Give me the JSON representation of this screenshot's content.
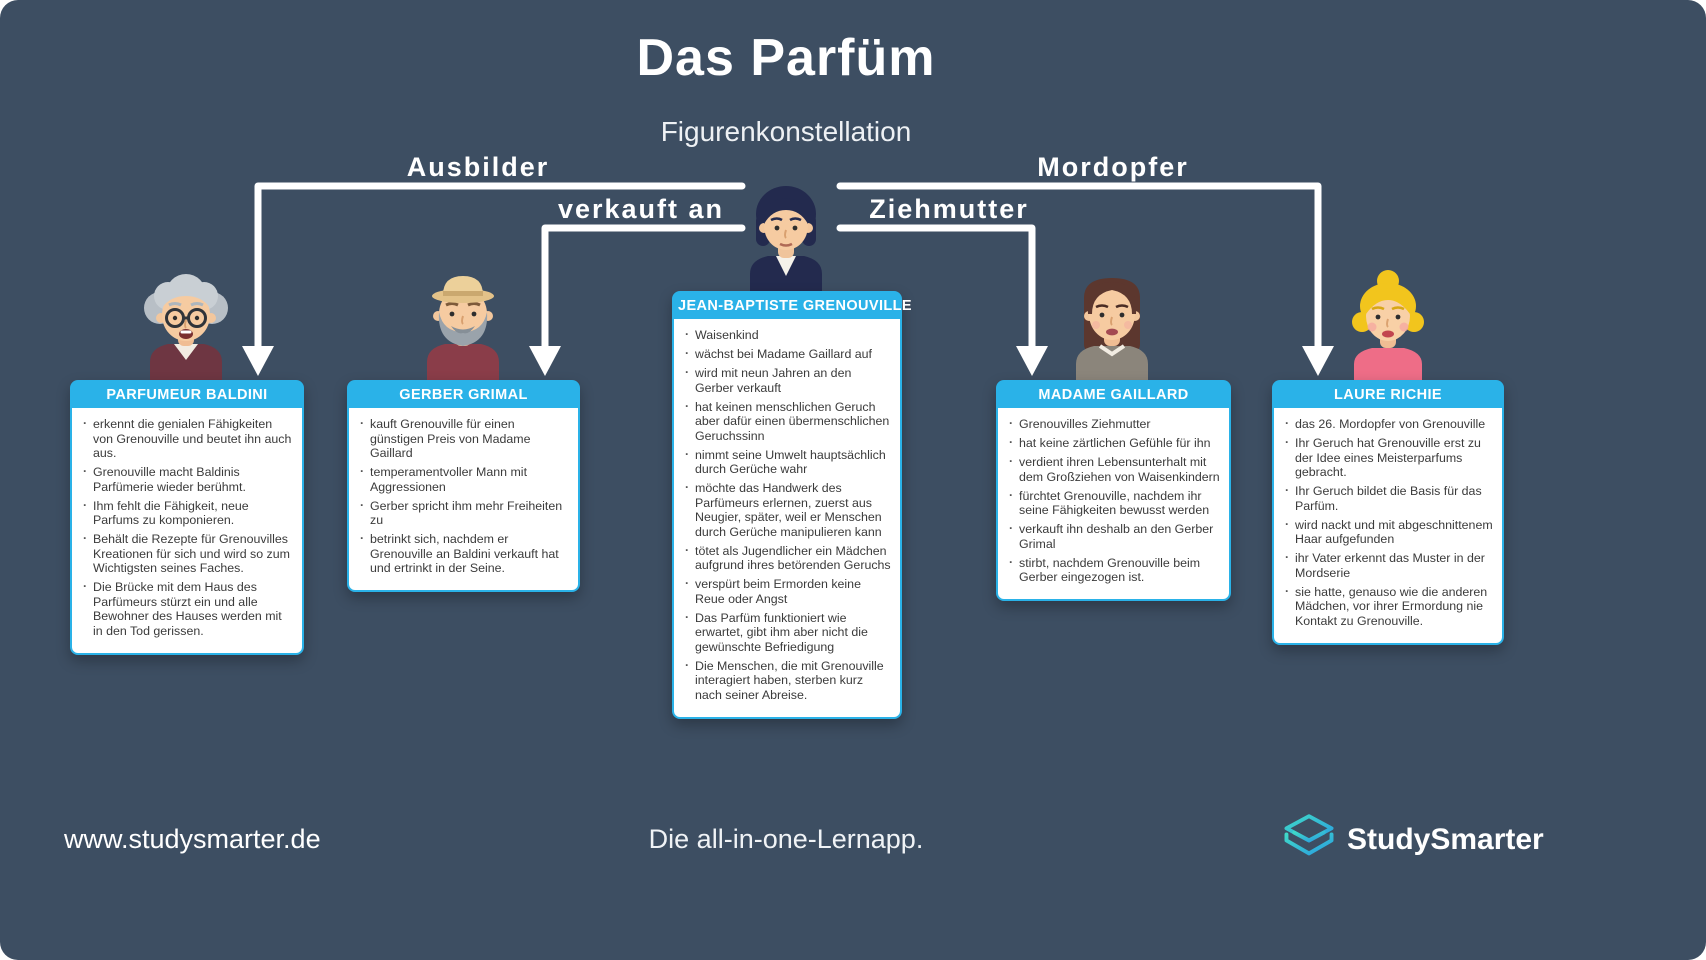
{
  "header": {
    "title": "Das Parfüm",
    "subtitle": "Figurenkonstellation"
  },
  "relations": {
    "ausbilder": "Ausbilder",
    "verkauft_an": "verkauft an",
    "ziehmutter": "Ziehmutter",
    "mordopfer": "Mordopfer"
  },
  "characters": [
    {
      "name": "PARFUMEUR BALDINI",
      "avatar_icon": "old-man-glasses-avatar",
      "bullets": [
        "erkennt die genialen Fähigkeiten von Grenouville und beutet ihn auch aus.",
        "Grenouville macht Baldinis Parfümerie wieder berühmt.",
        "Ihm fehlt die Fähigkeit, neue Parfums zu komponieren.",
        "Behält die Rezepte für Grenouvilles Kreationen für sich und wird so zum Wichtigsten seines Faches.",
        "Die Brücke mit dem Haus des Parfümeurs stürzt ein und alle Bewohner des Hauses werden mit in den Tod gerissen."
      ]
    },
    {
      "name": "GERBER GRIMAL",
      "avatar_icon": "bearded-man-hat-avatar",
      "bullets": [
        "kauft Grenouville für einen günstigen Preis von Madame Gaillard",
        "temperamentvoller Mann mit Aggressionen",
        "Gerber spricht ihm mehr Freiheiten zu",
        "betrinkt sich, nachdem er Grenouville an Baldini verkauft hat und ertrinkt in der Seine."
      ]
    },
    {
      "name": "JEAN-BAPTISTE GRENOUVILLE",
      "avatar_icon": "dark-haired-young-man-avatar",
      "bullets": [
        "Waisenkind",
        "wächst bei Madame Gaillard auf",
        "wird mit neun Jahren an den Gerber verkauft",
        "hat keinen menschlichen Geruch aber dafür einen übermenschlichen Geruchssinn",
        "nimmt seine Umwelt hauptsächlich durch Gerüche wahr",
        "möchte das Handwerk des Parfümeurs erlernen, zuerst aus Neugier, später, weil er Menschen durch Gerüche manipulieren kann",
        "tötet als Jugendlicher ein Mädchen aufgrund ihres betörenden Geruchs",
        "verspürt beim Ermorden keine Reue oder Angst",
        "Das Parfüm funktioniert wie erwartet, gibt ihm aber nicht die gewünschte Befriedigung",
        "Die Menschen, die mit Grenouville interagiert haben, sterben kurz nach seiner Abreise."
      ]
    },
    {
      "name": "MADAME GAILLARD",
      "avatar_icon": "brown-haired-woman-avatar",
      "bullets": [
        "Grenouvilles Ziehmutter",
        "hat keine zärtlichen Gefühle für ihn",
        "verdient ihren Lebensunterhalt mit dem Großziehen von Waisenkindern",
        "fürchtet Grenouville, nachdem ihr seine Fähigkeiten bewusst werden",
        "verkauft ihn deshalb an den Gerber Grimal",
        "stirbt, nachdem Grenouville beim Gerber eingezogen ist."
      ]
    },
    {
      "name": "LAURE RICHIE",
      "avatar_icon": "blonde-woman-avatar",
      "bullets": [
        "das 26. Mordopfer von Grenouville",
        "Ihr Geruch hat Grenouville erst zu der Idee eines Meisterparfums gebracht.",
        "Ihr Geruch bildet die Basis für das Parfüm.",
        "wird nackt und mit abgeschnittenem Haar aufgefunden",
        "ihr Vater erkennt das Muster in der Mordserie",
        "sie hatte, genauso wie die anderen Mädchen, vor ihrer Ermordung nie Kontakt zu Grenouville."
      ]
    }
  ],
  "footer": {
    "website": "www.studysmarter.de",
    "tagline": "Die all-in-one-Lernapp.",
    "brand": "StudySmarter",
    "logo_icon": "studysmarter-box-logo"
  },
  "colors": {
    "background": "#3d4e62",
    "accent": "#2ab2e8",
    "card_background": "#ffffff",
    "body_text": "#3b3b3b",
    "white": "#ffffff"
  }
}
